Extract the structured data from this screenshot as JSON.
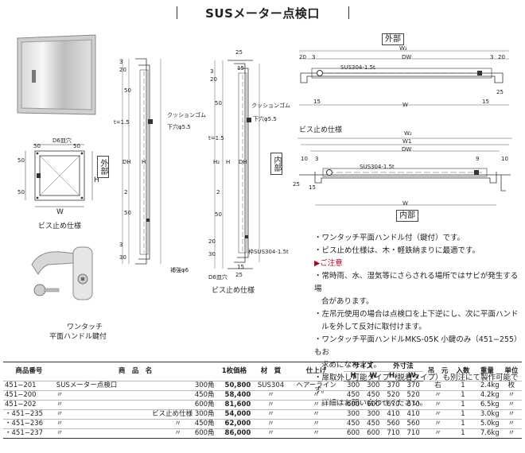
{
  "title": "SUSメーター点検口",
  "labels": {
    "outer": "外部",
    "inner": "内部",
    "screw_spec": "ビス止め仕様",
    "handle_caption_1": "ワンタッチ",
    "handle_caption_2": "平面ハンドル鍵付",
    "side_outer": "外部",
    "side_inner": "内部",
    "screw_spec_side": "ビス止め仕様",
    "screw_spec_top": "ビス止め仕様",
    "d6_hole": "D6皿穴",
    "sus_label_top": "SUS304-1.5t",
    "sus_label_mid": "SUS304-1.5t",
    "sus_label_side": "枠SUS304-1.5t",
    "cushion_1": "クッションゴム",
    "cushion_2": "クッションゴム",
    "hole_1": "下穴φ5.5",
    "hole_2": "下穴φ5.5",
    "rod": "補強φ6",
    "d6_2": "D6皿穴",
    "w": "W",
    "h": "H",
    "dw": "DW",
    "dh": "DH",
    "w2": "W₂",
    "w1": "W1",
    "h2": "H₂",
    "t15": "t=1.5",
    "dim_50": "50",
    "dim_25": "25",
    "dim_20": "20",
    "dim_3": "3",
    "dim_15": "15",
    "dim_10": "10",
    "dim_9": "9",
    "dim_30": "30",
    "dim_2": "2"
  },
  "notes": [
    {
      "text": "・ワンタッチ平面ハンドル付（鍵付）です。",
      "warn": false
    },
    {
      "text": "・ビス止め仕様は、木・軽鉄納まりに最適です。",
      "warn": false
    },
    {
      "text": "▶ご注意",
      "warn": true
    },
    {
      "text": "・常時雨、水、湿気等にさらされる場所ではサビが発生する場",
      "warn": false
    },
    {
      "text": "合があります。",
      "warn": false,
      "indent": true
    },
    {
      "text": "・左吊元使用の場合は点検口を上下逆にし、次に平面ハンド",
      "warn": false
    },
    {
      "text": "ルを外して反対に取付けます。",
      "warn": false,
      "indent": true
    },
    {
      "text": "・ワンタッチ平面ハンドルMKS-05K 小鍵のみ（451−255）もお",
      "warn": false
    },
    {
      "text": "求めになれます。",
      "warn": false,
      "indent": true
    },
    {
      "text": "・扉取外し可能タイプ（脱着タイプ）も別注にて製作可能です。",
      "warn": false
    },
    {
      "text": "詳細はお問い合わせください。",
      "warn": false,
      "indent": true
    }
  ],
  "table": {
    "headers": {
      "code": "商品番号",
      "name": "商　品　名",
      "price": "1枚価格",
      "material": "材　質",
      "finish": "仕上げ",
      "size": "サイズ",
      "outer": "外寸法",
      "hinge": "吊　元",
      "qty": "入数",
      "weight": "重量",
      "unit": "単位",
      "H": "H",
      "W": "W",
      "H2": "H₂",
      "W2": "W₂"
    },
    "rows": [
      {
        "code": "451−201",
        "name": "SUSメーター点検口",
        "variant": "300角",
        "price": "50,800",
        "material": "SUS304",
        "finish": "ヘアーライン",
        "H": "300",
        "W": "300",
        "H2": "370",
        "W2": "370",
        "hinge": "右",
        "qty": "1",
        "weight": "2.4kg",
        "unit": "枚"
      },
      {
        "code": "451−200",
        "name": "〃",
        "variant": "450角",
        "price": "58,400",
        "material": "〃",
        "finish": "〃",
        "H": "450",
        "W": "450",
        "H2": "520",
        "W2": "520",
        "hinge": "〃",
        "qty": "1",
        "weight": "4.2kg",
        "unit": "〃"
      },
      {
        "code": "451−202",
        "name": "〃",
        "variant": "600角",
        "price": "81,600",
        "material": "〃",
        "finish": "〃",
        "H": "600",
        "W": "600",
        "H2": "670",
        "W2": "670",
        "hinge": "〃",
        "qty": "1",
        "weight": "6.5kg",
        "unit": "〃"
      },
      {
        "code": "・451−235",
        "name": "〃",
        "variant": "ビス止め仕様 300角",
        "price": "54,000",
        "material": "〃",
        "finish": "〃",
        "H": "300",
        "W": "300",
        "H2": "410",
        "W2": "410",
        "hinge": "〃",
        "qty": "1",
        "weight": "3.0kg",
        "unit": "〃"
      },
      {
        "code": "・451−236",
        "name": "〃",
        "variant": "〃　　450角",
        "price": "62,000",
        "material": "〃",
        "finish": "〃",
        "H": "450",
        "W": "450",
        "H2": "560",
        "W2": "560",
        "hinge": "〃",
        "qty": "1",
        "weight": "5.0kg",
        "unit": "〃"
      },
      {
        "code": "・451−237",
        "name": "〃",
        "variant": "〃　　600角",
        "price": "86,000",
        "material": "〃",
        "finish": "〃",
        "H": "600",
        "W": "600",
        "H2": "710",
        "W2": "710",
        "hinge": "〃",
        "qty": "1",
        "weight": "7.6kg",
        "unit": "〃"
      }
    ]
  }
}
